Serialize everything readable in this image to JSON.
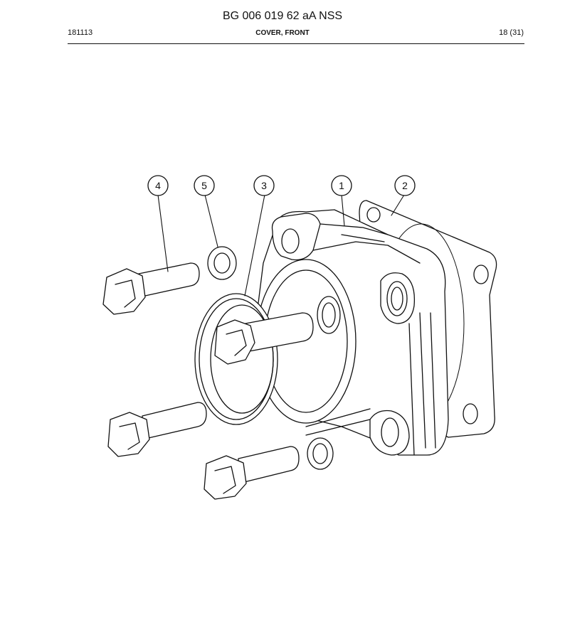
{
  "header": {
    "title": "BG 006 019 62 aA NSS",
    "doc_number": "181113",
    "section": "COVER, FRONT",
    "page": "18 (31)"
  },
  "callouts": [
    {
      "id": "callout-4",
      "label": "4"
    },
    {
      "id": "callout-5",
      "label": "5"
    },
    {
      "id": "callout-3",
      "label": "3"
    },
    {
      "id": "callout-1",
      "label": "1"
    },
    {
      "id": "callout-2",
      "label": "2"
    }
  ]
}
